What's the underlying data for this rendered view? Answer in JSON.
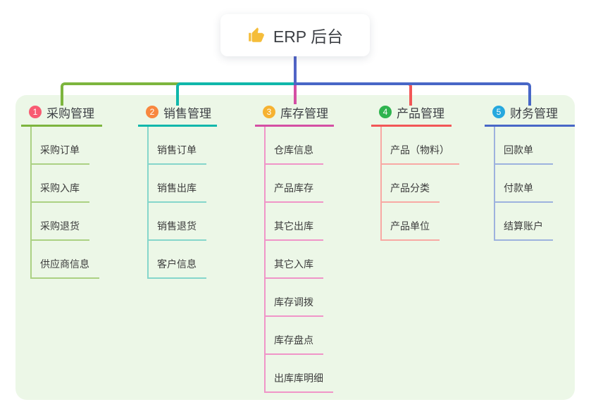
{
  "root": {
    "icon": "thumbs-up-icon",
    "label": "ERP 后台"
  },
  "colors": {
    "panel_bg": "#ecf7e7",
    "root_line": "#5164c6",
    "thumb_icon": "#f5bd3a",
    "text_dark": "#3d4045",
    "text_child": "#3c3c3c"
  },
  "branches": [
    {
      "badge": "1",
      "label": "采购管理",
      "badge_color": "#f85b72",
      "line_color": "#7db53e",
      "child_line_color": "#abd183",
      "children": [
        "采购订单",
        "采购入库",
        "采购退货",
        "供应商信息"
      ]
    },
    {
      "badge": "2",
      "label": "销售管理",
      "badge_color": "#f8873f",
      "line_color": "#10b7ab",
      "child_line_color": "#85d6cb",
      "children": [
        "销售订单",
        "销售出库",
        "销售退货",
        "客户信息"
      ]
    },
    {
      "badge": "3",
      "label": "库存管理",
      "badge_color": "#f6b231",
      "line_color": "#d44fa4",
      "child_line_color": "#f095c8",
      "children": [
        "仓库信息",
        "产品库存",
        "其它出库",
        "其它入库",
        "库存调拨",
        "库存盘点",
        "出库库明细"
      ]
    },
    {
      "badge": "4",
      "label": "产品管理",
      "badge_color": "#2eb44e",
      "line_color": "#f25757",
      "child_line_color": "#f8a9a4",
      "children": [
        "产品（物料）",
        "产品分类",
        "产品单位"
      ]
    },
    {
      "badge": "5",
      "label": "财务管理",
      "badge_color": "#26a8de",
      "line_color": "#4867c7",
      "child_line_color": "#9db2de",
      "children": [
        "回款单",
        "付款单",
        "结算账户"
      ]
    }
  ]
}
